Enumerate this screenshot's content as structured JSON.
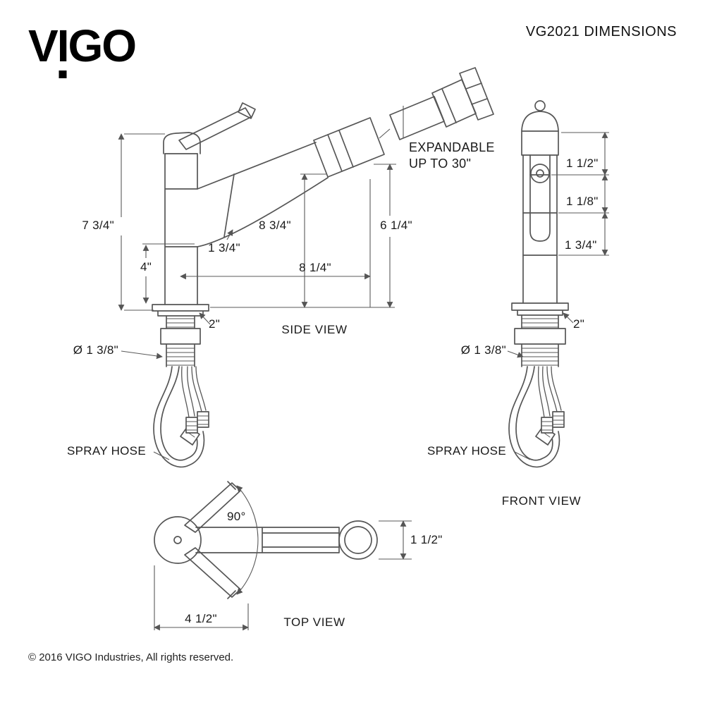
{
  "brand": {
    "logo_v": "V",
    "logo_i": "I",
    "logo_go": "GO"
  },
  "header": {
    "title": "VG2021 DIMENSIONS"
  },
  "side_view": {
    "caption": "SIDE VIEW",
    "dims": {
      "total_height": "7 3/4\"",
      "base_height": "4\"",
      "spout_joint": "1 3/4\"",
      "spout_height": "8 3/4\"",
      "outlet_height": "6 1/4\"",
      "reach": "8 1/4\"",
      "deck_thickness": "2\"",
      "hole_diameter": "Ø 1 3/8\""
    },
    "notes": {
      "expandable_line1": "EXPANDABLE",
      "expandable_line2": "UP TO 30\"",
      "spray_hose": "SPRAY HOSE"
    }
  },
  "front_view": {
    "caption": "FRONT VIEW",
    "dims": {
      "top_width": "1 1/2\"",
      "neck_width": "1 1/8\"",
      "body_width": "1 3/4\"",
      "deck_thickness": "2\"",
      "hole_diameter": "Ø 1 3/8\""
    },
    "notes": {
      "spray_hose": "SPRAY HOSE"
    }
  },
  "top_view": {
    "caption": "TOP VIEW",
    "dims": {
      "swivel_angle": "90°",
      "head_width": "1 1/2\"",
      "handle_reach": "4 1/2\""
    }
  },
  "footer": {
    "copyright": "© 2016 VIGO Industries, All rights reserved."
  }
}
